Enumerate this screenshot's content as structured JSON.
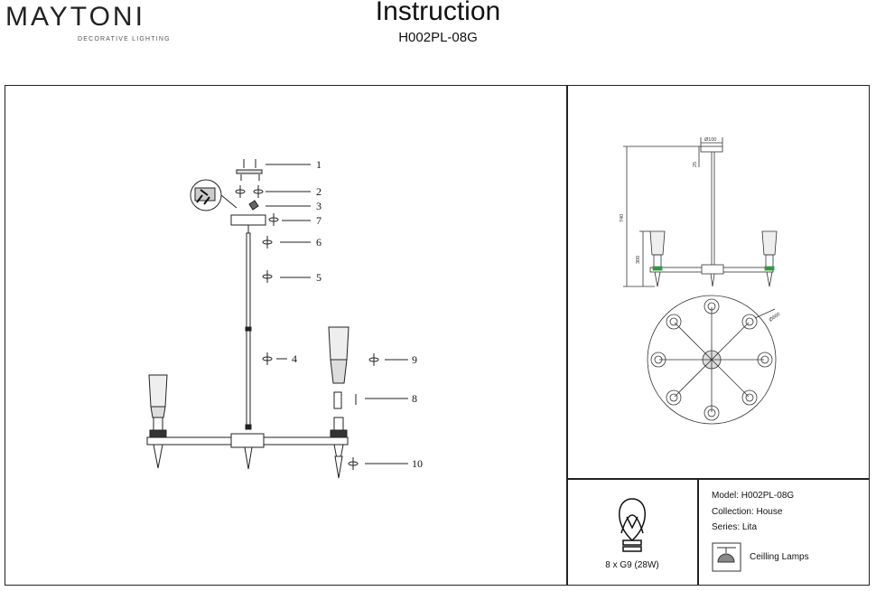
{
  "header": {
    "brand_name": "MAYTONI",
    "brand_tagline": "DECORATIVE LIGHTING",
    "title": "Instruction",
    "model_code": "H002PL-08G"
  },
  "assembly_labels": [
    "1",
    "2",
    "3",
    "7",
    "6",
    "5",
    "4",
    "9",
    "8",
    "10"
  ],
  "dimensions": {
    "canopy_diameter": "Ø100",
    "canopy_height": "25",
    "total_height": "740",
    "shade_height": "300",
    "span_diameter": "Ø660"
  },
  "spec": {
    "model": "Model: H002PL-08G",
    "collection": "Collection: House",
    "series": "Series: Lita",
    "bulb": "8 x G9 (28W)",
    "type": "Ceilling Lamps"
  },
  "colors": {
    "line": "#222222",
    "accent_green": "#2e9a3e"
  }
}
